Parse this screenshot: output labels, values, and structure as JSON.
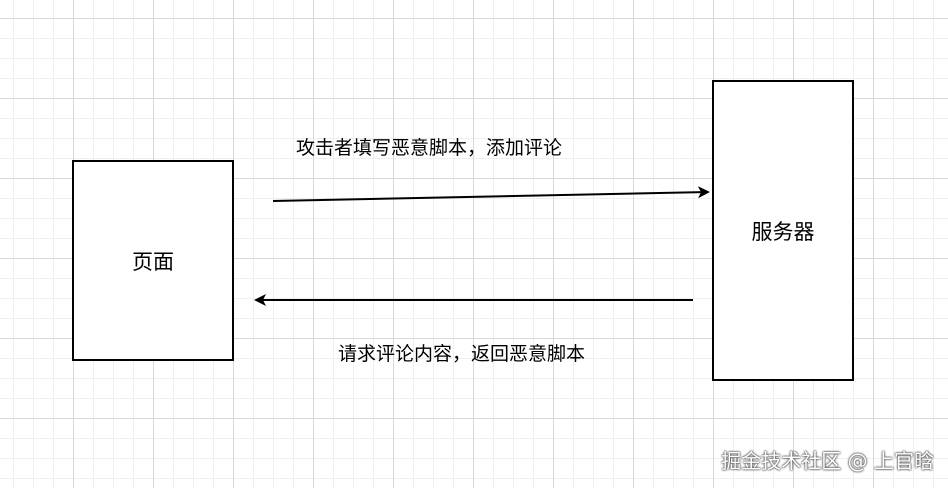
{
  "nodes": {
    "page": {
      "label": "页面"
    },
    "server": {
      "label": "服务器"
    }
  },
  "edges": {
    "request": {
      "label": "攻击者填写恶意脚本，添加评论"
    },
    "response": {
      "label": "请求评论内容，返回恶意脚本"
    }
  },
  "watermark": "掘金技术社区 @ 上官晗",
  "colors": {
    "stroke": "#000000",
    "grid": "#d9d9d9",
    "background": "#ffffff"
  }
}
